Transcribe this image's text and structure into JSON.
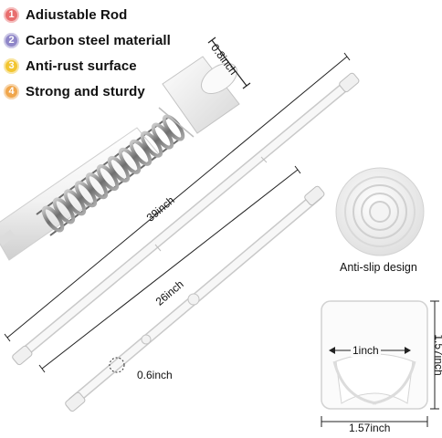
{
  "features": [
    {
      "number": "1",
      "label": "Adiustable Rod",
      "badge_color": "#e86e6e"
    },
    {
      "number": "2",
      "label": "Carbon steel materiall",
      "badge_color": "#8f86c8"
    },
    {
      "number": "3",
      "label": "Anti-rust surface",
      "badge_color": "#f2c530"
    },
    {
      "number": "4",
      "label": "Strong and sturdy",
      "badge_color": "#f0a64c"
    }
  ],
  "dimensions": {
    "end_cap_width": "0.8inch",
    "long_rod_length": "39inch",
    "short_rod_length": "26inch",
    "rod_diameter": "0.6inch",
    "bracket_inner": "1inch",
    "bracket_width": "1.57inch",
    "bracket_height": "1.57inch"
  },
  "pad_caption": "Anti-slip design",
  "colors": {
    "rod": "#f4f4f4",
    "rod_edge": "#c9c9c9",
    "spring": "#8e8e8e",
    "line": "#222222"
  }
}
